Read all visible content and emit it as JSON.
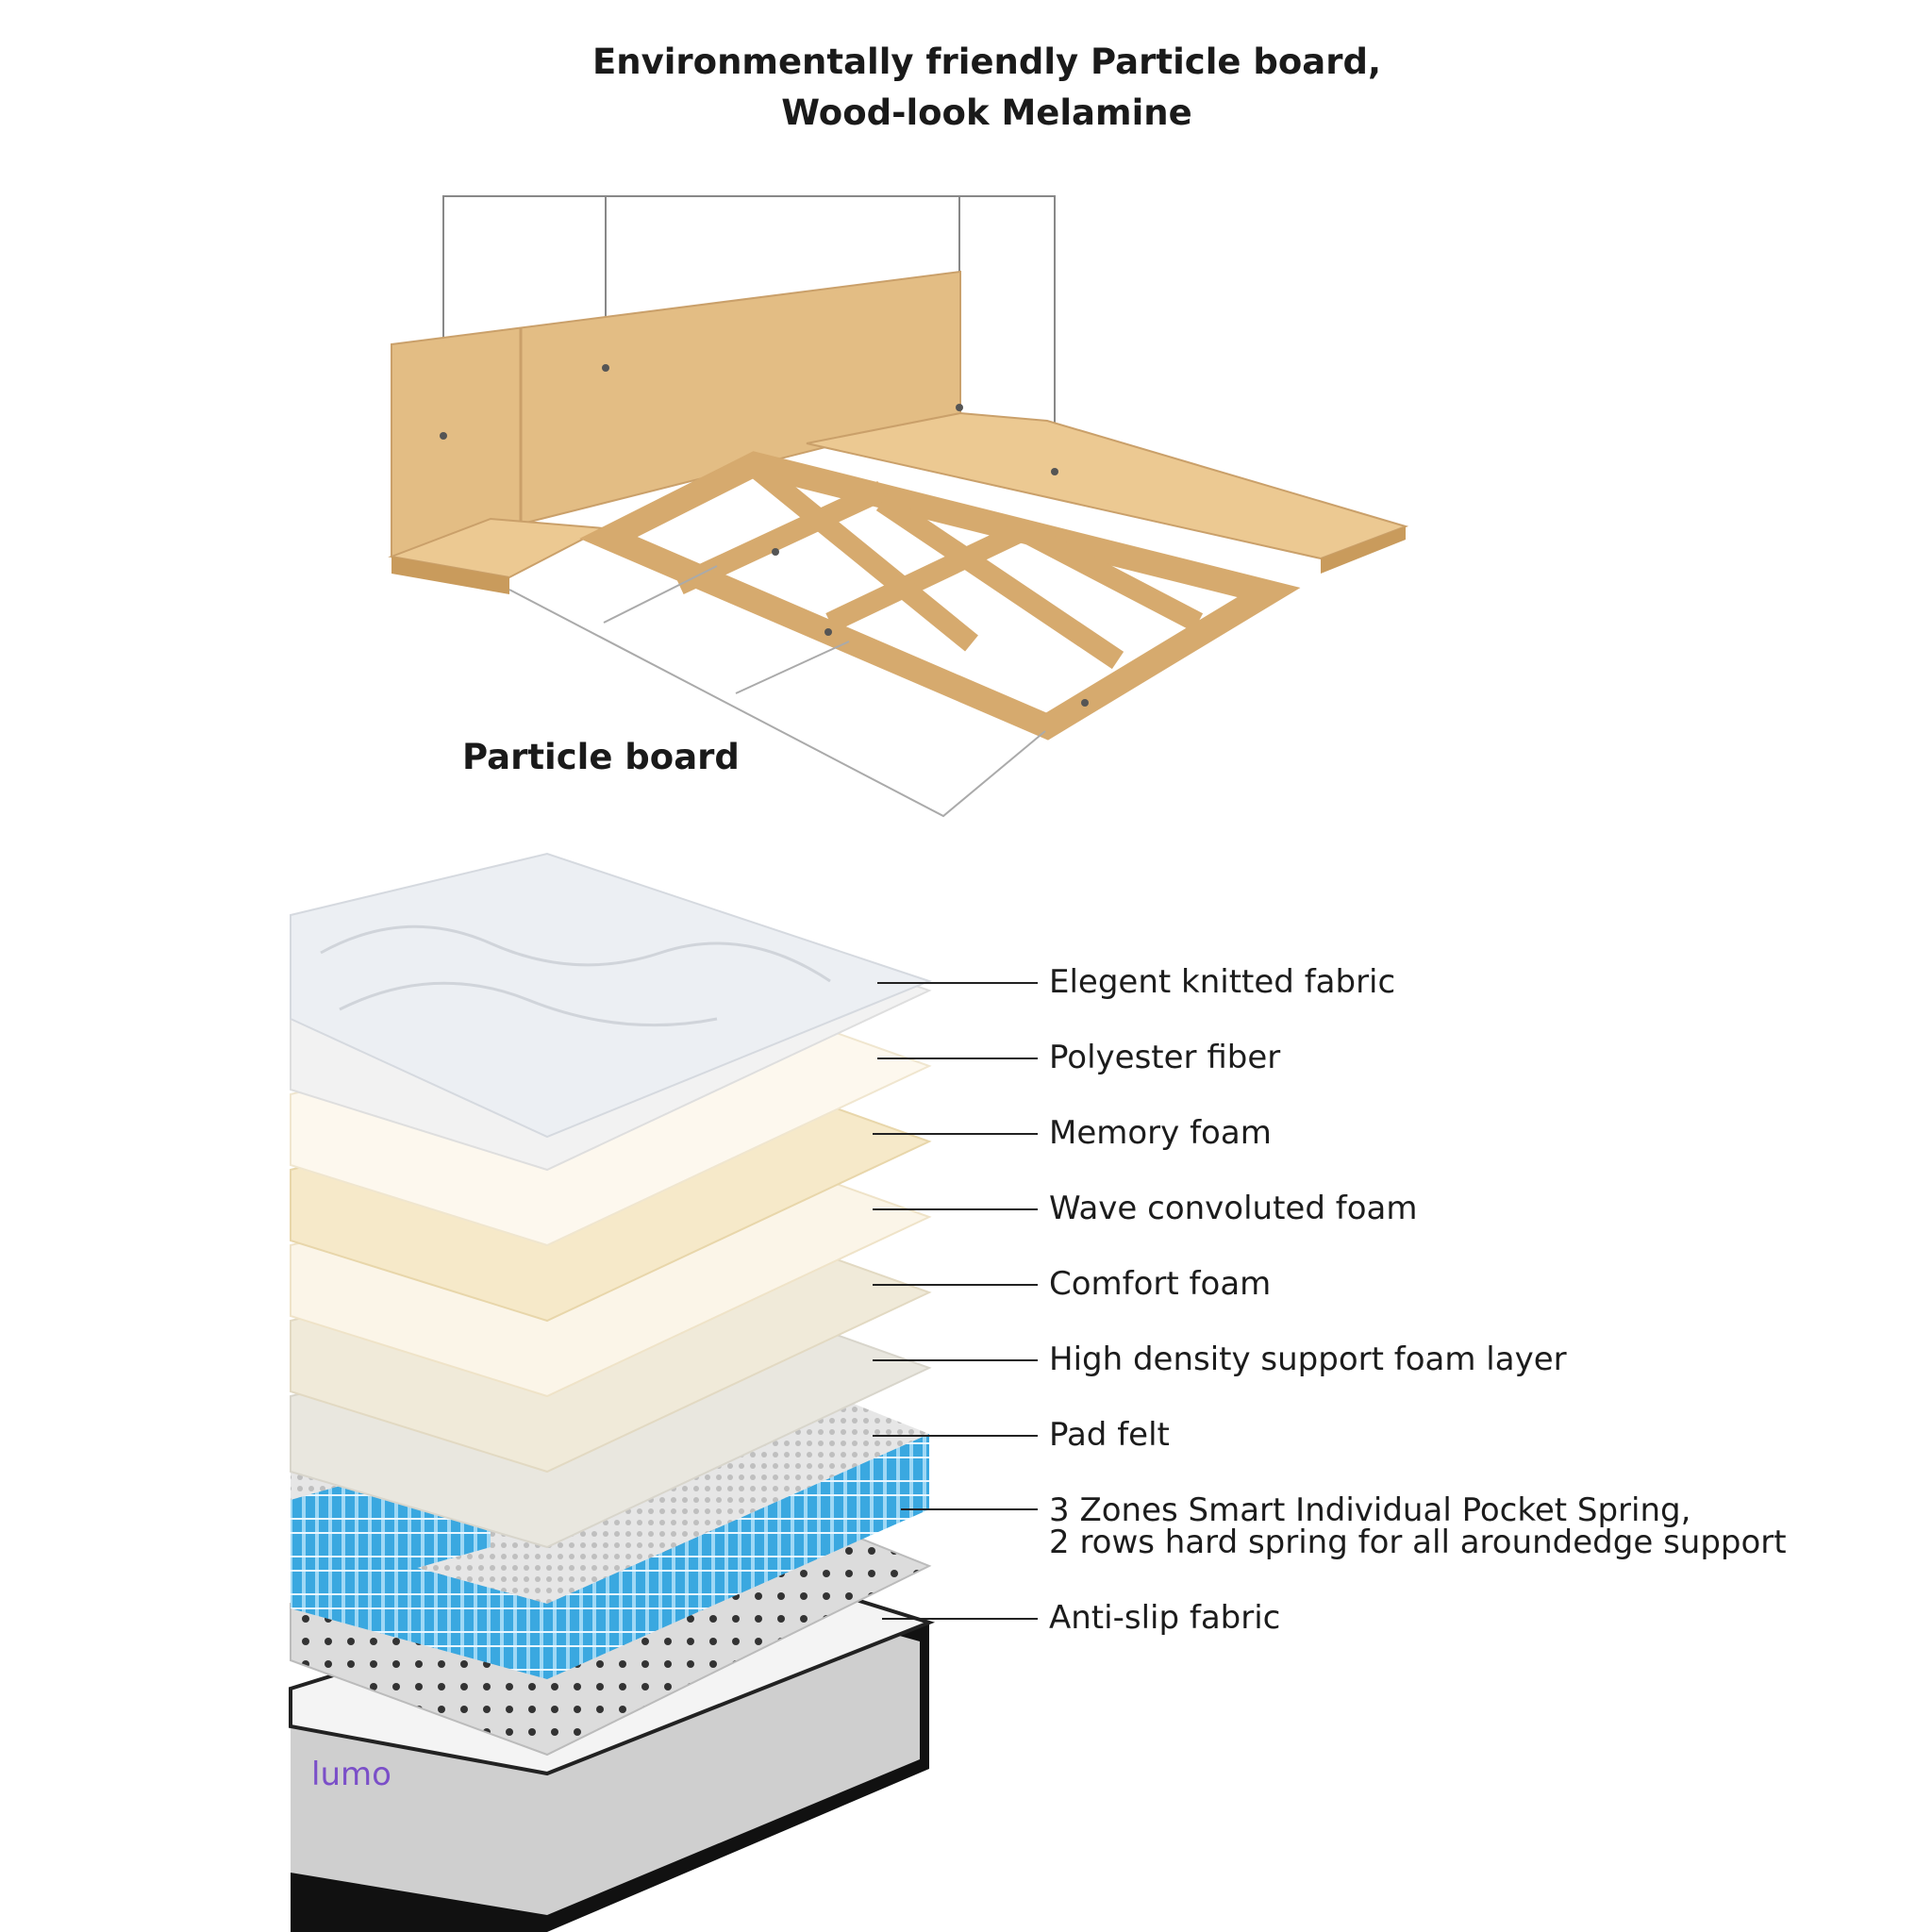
{
  "header": {
    "line1": "Environmentally friendly Particle board,",
    "line2": "Wood-look Melamine"
  },
  "frame_label": "Particle board",
  "layers": [
    {
      "label": "Elegent knitted fabric"
    },
    {
      "label": "Polyester fiber"
    },
    {
      "label": "Memory foam"
    },
    {
      "label": "Wave convoluted foam"
    },
    {
      "label": "Comfort foam"
    },
    {
      "label": "High density support foam layer"
    },
    {
      "label": "Pad felt"
    },
    {
      "label": "3 Zones Smart Individual Pocket Spring,",
      "label2": "2 rows hard spring for all aroundedge support"
    },
    {
      "label": "Anti-slip fabric"
    }
  ],
  "brand": "lumo",
  "colors": {
    "wood": "#e3bd84",
    "wood_dark": "#c99b5c",
    "spring_blue": "#3aa8e0",
    "brand_purple": "#7b4fc8"
  }
}
